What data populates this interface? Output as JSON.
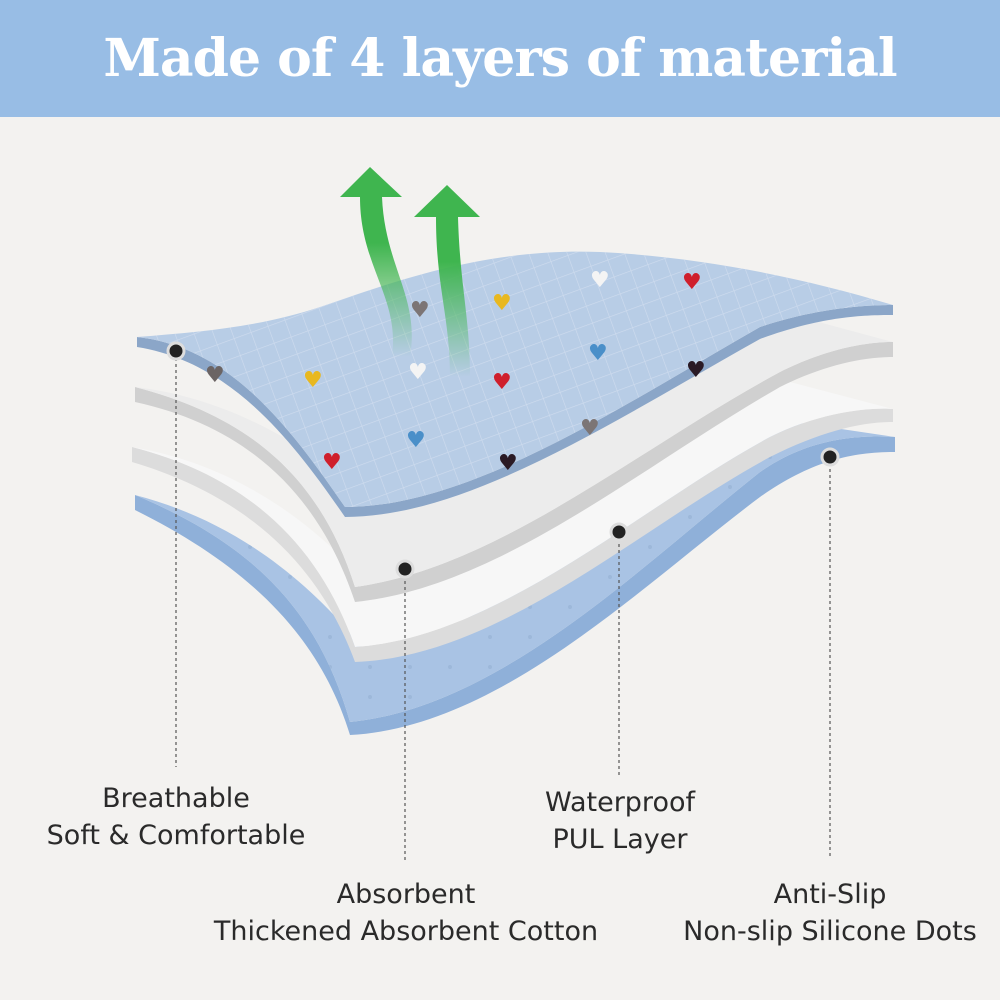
{
  "title": "Made of 4 layers of material",
  "labels": [
    {
      "line1": "Breathable",
      "line2": "Soft & Comfortable"
    },
    {
      "line1": "Absorbent",
      "line2": "Thickened Absorbent Cotton"
    },
    {
      "line1": "Waterproof",
      "line2": "PUL Layer"
    },
    {
      "line1": "Anti-Slip",
      "line2": "Non-slip Silicone Dots"
    }
  ],
  "colors": {
    "banner": "#98bde5",
    "top_layer": "#b8cde6",
    "arrow": "#3fb54f"
  }
}
